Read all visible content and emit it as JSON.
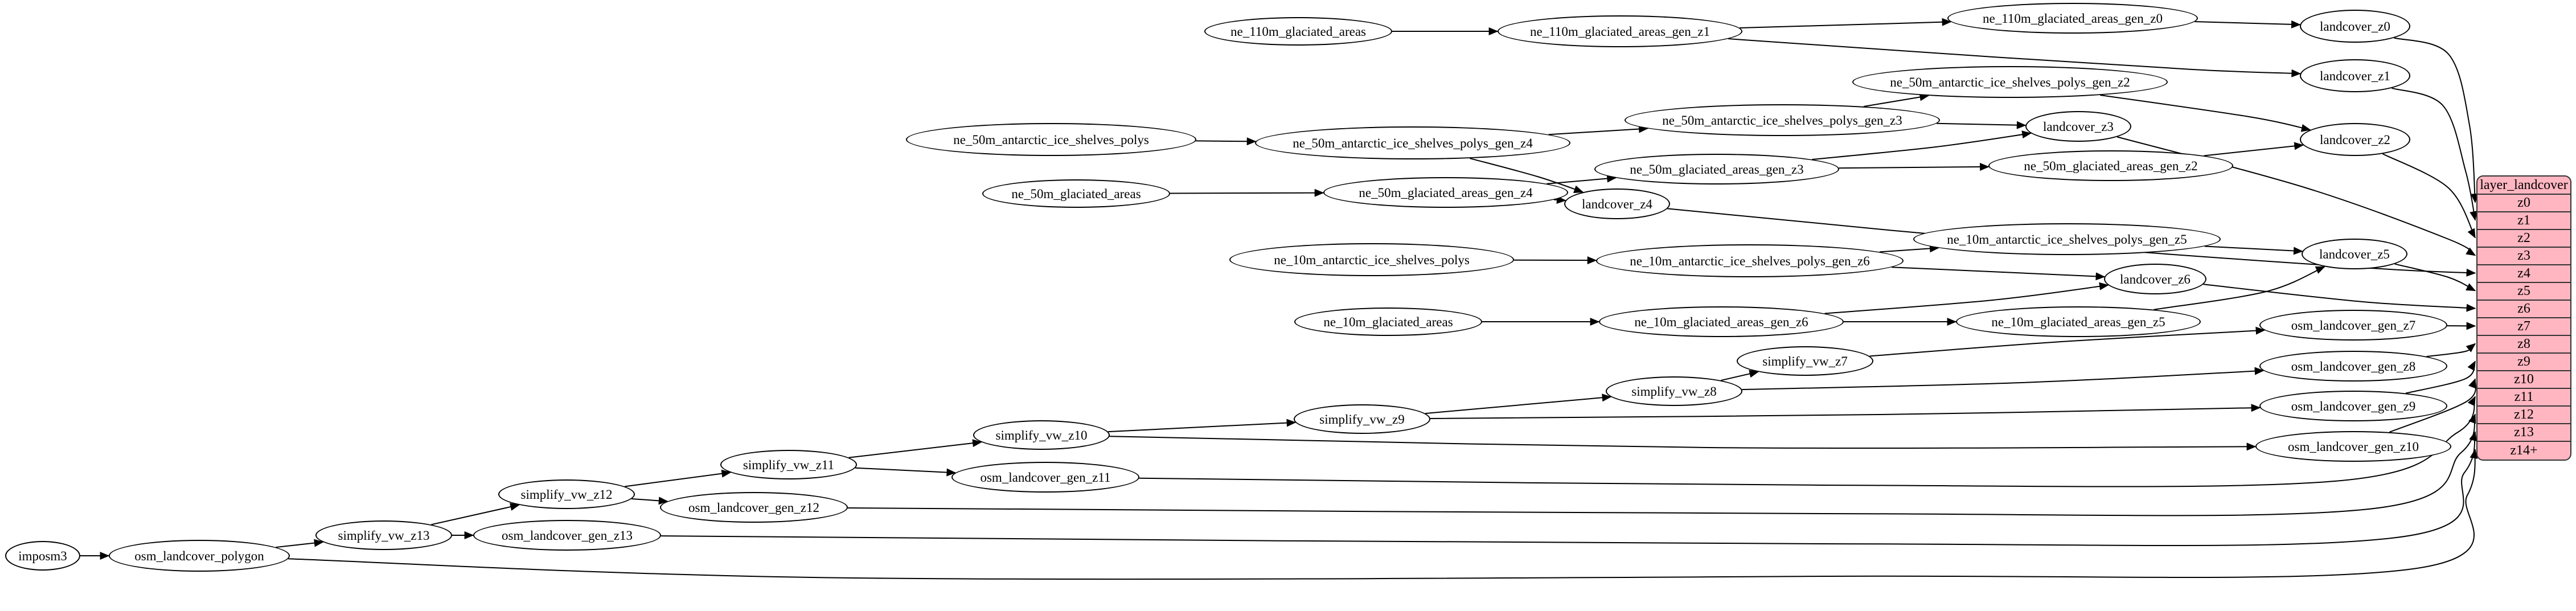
{
  "colors": {
    "background": "#ffffff",
    "node_fill": "#ffffff",
    "node_stroke": "#000000",
    "edge": "#000000",
    "table_fill": "#ffb6c1",
    "table_stroke": "#333333",
    "text": "#000000"
  },
  "graph": {
    "nodes": [
      {
        "id": "imposm3",
        "label": "imposm3"
      },
      {
        "id": "osm_landcover_polygon",
        "label": "osm_landcover_polygon"
      },
      {
        "id": "simplify_vw_z13",
        "label": "simplify_vw_z13"
      },
      {
        "id": "osm_landcover_gen_z13",
        "label": "osm_landcover_gen_z13"
      },
      {
        "id": "simplify_vw_z12",
        "label": "simplify_vw_z12"
      },
      {
        "id": "osm_landcover_gen_z12",
        "label": "osm_landcover_gen_z12"
      },
      {
        "id": "simplify_vw_z11",
        "label": "simplify_vw_z11"
      },
      {
        "id": "osm_landcover_gen_z11",
        "label": "osm_landcover_gen_z11"
      },
      {
        "id": "simplify_vw_z10",
        "label": "simplify_vw_z10"
      },
      {
        "id": "simplify_vw_z9",
        "label": "simplify_vw_z9"
      },
      {
        "id": "simplify_vw_z8",
        "label": "simplify_vw_z8"
      },
      {
        "id": "simplify_vw_z7",
        "label": "simplify_vw_z7"
      },
      {
        "id": "osm_landcover_gen_z7",
        "label": "osm_landcover_gen_z7"
      },
      {
        "id": "osm_landcover_gen_z8",
        "label": "osm_landcover_gen_z8"
      },
      {
        "id": "osm_landcover_gen_z9",
        "label": "osm_landcover_gen_z9"
      },
      {
        "id": "osm_landcover_gen_z10",
        "label": "osm_landcover_gen_z10"
      },
      {
        "id": "ne_110m_glaciated_areas",
        "label": "ne_110m_glaciated_areas"
      },
      {
        "id": "ne_110m_glaciated_areas_gen_z1",
        "label": "ne_110m_glaciated_areas_gen_z1"
      },
      {
        "id": "ne_110m_glaciated_areas_gen_z0",
        "label": "ne_110m_glaciated_areas_gen_z0"
      },
      {
        "id": "landcover_z0",
        "label": "landcover_z0"
      },
      {
        "id": "landcover_z1",
        "label": "landcover_z1"
      },
      {
        "id": "ne_50m_antarctic_ice_shelves_polys",
        "label": "ne_50m_antarctic_ice_shelves_polys"
      },
      {
        "id": "ne_50m_antarctic_ice_shelves_polys_gen_z4",
        "label": "ne_50m_antarctic_ice_shelves_polys_gen_z4"
      },
      {
        "id": "ne_50m_antarctic_ice_shelves_polys_gen_z3",
        "label": "ne_50m_antarctic_ice_shelves_polys_gen_z3"
      },
      {
        "id": "ne_50m_antarctic_ice_shelves_polys_gen_z2",
        "label": "ne_50m_antarctic_ice_shelves_polys_gen_z2"
      },
      {
        "id": "landcover_z2",
        "label": "landcover_z2"
      },
      {
        "id": "landcover_z3",
        "label": "landcover_z3"
      },
      {
        "id": "ne_50m_glaciated_areas",
        "label": "ne_50m_glaciated_areas"
      },
      {
        "id": "ne_50m_glaciated_areas_gen_z4",
        "label": "ne_50m_glaciated_areas_gen_z4"
      },
      {
        "id": "ne_50m_glaciated_areas_gen_z3",
        "label": "ne_50m_glaciated_areas_gen_z3"
      },
      {
        "id": "ne_50m_glaciated_areas_gen_z2",
        "label": "ne_50m_glaciated_areas_gen_z2"
      },
      {
        "id": "landcover_z4",
        "label": "landcover_z4"
      },
      {
        "id": "ne_10m_antarctic_ice_shelves_polys",
        "label": "ne_10m_antarctic_ice_shelves_polys"
      },
      {
        "id": "ne_10m_antarctic_ice_shelves_polys_gen_z6",
        "label": "ne_10m_antarctic_ice_shelves_polys_gen_z6"
      },
      {
        "id": "ne_10m_antarctic_ice_shelves_polys_gen_z5",
        "label": "ne_10m_antarctic_ice_shelves_polys_gen_z5"
      },
      {
        "id": "landcover_z5",
        "label": "landcover_z5"
      },
      {
        "id": "landcover_z6",
        "label": "landcover_z6"
      },
      {
        "id": "ne_10m_glaciated_areas",
        "label": "ne_10m_glaciated_areas"
      },
      {
        "id": "ne_10m_glaciated_areas_gen_z6",
        "label": "ne_10m_glaciated_areas_gen_z6"
      },
      {
        "id": "ne_10m_glaciated_areas_gen_z5",
        "label": "ne_10m_glaciated_areas_gen_z5"
      }
    ],
    "edges": [
      {
        "from": "ne_110m_glaciated_areas",
        "to": "ne_110m_glaciated_areas_gen_z1"
      },
      {
        "from": "ne_110m_glaciated_areas_gen_z1",
        "to": "ne_110m_glaciated_areas_gen_z0"
      },
      {
        "from": "ne_110m_glaciated_areas_gen_z0",
        "to": "landcover_z0"
      },
      {
        "from": "ne_110m_glaciated_areas_gen_z1",
        "to": "landcover_z1"
      },
      {
        "from": "landcover_z0",
        "to": "table:z0"
      },
      {
        "from": "landcover_z1",
        "to": "table:z1"
      },
      {
        "from": "ne_50m_antarctic_ice_shelves_polys",
        "to": "ne_50m_antarctic_ice_shelves_polys_gen_z4"
      },
      {
        "from": "ne_50m_antarctic_ice_shelves_polys_gen_z4",
        "to": "ne_50m_antarctic_ice_shelves_polys_gen_z3"
      },
      {
        "from": "ne_50m_antarctic_ice_shelves_polys_gen_z4",
        "to": "landcover_z4"
      },
      {
        "from": "ne_50m_antarctic_ice_shelves_polys_gen_z3",
        "to": "ne_50m_antarctic_ice_shelves_polys_gen_z2"
      },
      {
        "from": "ne_50m_antarctic_ice_shelves_polys_gen_z3",
        "to": "landcover_z3"
      },
      {
        "from": "ne_50m_antarctic_ice_shelves_polys_gen_z2",
        "to": "landcover_z2"
      },
      {
        "from": "ne_50m_glaciated_areas",
        "to": "ne_50m_glaciated_areas_gen_z4"
      },
      {
        "from": "ne_50m_glaciated_areas_gen_z4",
        "to": "ne_50m_glaciated_areas_gen_z3"
      },
      {
        "from": "ne_50m_glaciated_areas_gen_z4",
        "to": "landcover_z4"
      },
      {
        "from": "ne_50m_glaciated_areas_gen_z3",
        "to": "landcover_z3"
      },
      {
        "from": "ne_50m_glaciated_areas_gen_z3",
        "to": "ne_50m_glaciated_areas_gen_z2"
      },
      {
        "from": "ne_50m_glaciated_areas_gen_z2",
        "to": "landcover_z2"
      },
      {
        "from": "landcover_z2",
        "to": "table:z2"
      },
      {
        "from": "landcover_z3",
        "to": "table:z3"
      },
      {
        "from": "landcover_z4",
        "to": "table:z4"
      },
      {
        "from": "ne_10m_antarctic_ice_shelves_polys",
        "to": "ne_10m_antarctic_ice_shelves_polys_gen_z6"
      },
      {
        "from": "ne_10m_antarctic_ice_shelves_polys_gen_z6",
        "to": "ne_10m_antarctic_ice_shelves_polys_gen_z5"
      },
      {
        "from": "ne_10m_antarctic_ice_shelves_polys_gen_z6",
        "to": "landcover_z6"
      },
      {
        "from": "ne_10m_antarctic_ice_shelves_polys_gen_z5",
        "to": "landcover_z5"
      },
      {
        "from": "ne_10m_glaciated_areas",
        "to": "ne_10m_glaciated_areas_gen_z6"
      },
      {
        "from": "ne_10m_glaciated_areas_gen_z6",
        "to": "landcover_z6"
      },
      {
        "from": "ne_10m_glaciated_areas_gen_z6",
        "to": "ne_10m_glaciated_areas_gen_z5"
      },
      {
        "from": "ne_10m_glaciated_areas_gen_z5",
        "to": "landcover_z5"
      },
      {
        "from": "landcover_z5",
        "to": "table:z5"
      },
      {
        "from": "landcover_z6",
        "to": "table:z6"
      },
      {
        "from": "simplify_vw_z7",
        "to": "osm_landcover_gen_z7"
      },
      {
        "from": "osm_landcover_gen_z7",
        "to": "table:z7"
      },
      {
        "from": "simplify_vw_z8",
        "to": "simplify_vw_z7"
      },
      {
        "from": "simplify_vw_z8",
        "to": "osm_landcover_gen_z8"
      },
      {
        "from": "osm_landcover_gen_z8",
        "to": "table:z8"
      },
      {
        "from": "simplify_vw_z9",
        "to": "simplify_vw_z8"
      },
      {
        "from": "simplify_vw_z9",
        "to": "osm_landcover_gen_z9"
      },
      {
        "from": "osm_landcover_gen_z9",
        "to": "table:z9"
      },
      {
        "from": "simplify_vw_z10",
        "to": "simplify_vw_z9"
      },
      {
        "from": "simplify_vw_z10",
        "to": "osm_landcover_gen_z10"
      },
      {
        "from": "osm_landcover_gen_z10",
        "to": "table:z10"
      },
      {
        "from": "simplify_vw_z11",
        "to": "simplify_vw_z10"
      },
      {
        "from": "simplify_vw_z11",
        "to": "osm_landcover_gen_z11"
      },
      {
        "from": "osm_landcover_gen_z11",
        "to": "table:z11"
      },
      {
        "from": "simplify_vw_z12",
        "to": "simplify_vw_z11"
      },
      {
        "from": "simplify_vw_z12",
        "to": "osm_landcover_gen_z12"
      },
      {
        "from": "osm_landcover_gen_z12",
        "to": "table:z12"
      },
      {
        "from": "simplify_vw_z13",
        "to": "simplify_vw_z12"
      },
      {
        "from": "simplify_vw_z13",
        "to": "osm_landcover_gen_z13"
      },
      {
        "from": "osm_landcover_gen_z13",
        "to": "table:z13"
      },
      {
        "from": "imposm3",
        "to": "osm_landcover_polygon"
      },
      {
        "from": "osm_landcover_polygon",
        "to": "simplify_vw_z13"
      },
      {
        "from": "osm_landcover_polygon",
        "to": "table:z14+"
      }
    ]
  },
  "table": {
    "title": "layer_landcover",
    "rows": [
      "z0",
      "z1",
      "z2",
      "z3",
      "z4",
      "z5",
      "z6",
      "z7",
      "z8",
      "z9",
      "z10",
      "z11",
      "z12",
      "z13",
      "z14+"
    ]
  }
}
